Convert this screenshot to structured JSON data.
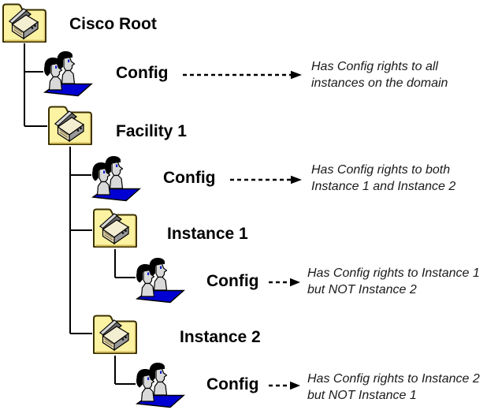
{
  "diagram": {
    "nodes": [
      {
        "label": "Cisco Root"
      },
      {
        "label": "Facility 1"
      },
      {
        "label": "Instance 1"
      },
      {
        "label": "Instance 2"
      }
    ],
    "groups": [
      {
        "label": "Config",
        "note_line1": "Has Config rights to all",
        "note_line2": "instances on the domain"
      },
      {
        "label": "Config",
        "note_line1": "Has Config rights to both",
        "note_line2": "Instance 1 and Instance 2"
      },
      {
        "label": "Config",
        "note_line1": "Has Config rights to Instance 1",
        "note_line2": "but NOT Instance 2"
      },
      {
        "label": "Config",
        "note_line1": "Has Config rights to Instance 2",
        "note_line2": "but NOT Instance 1"
      }
    ],
    "colors": {
      "folder_fill": "#FBF2A2",
      "folder_border": "#3B3000",
      "group_base_blue": "#0000D2",
      "line_color": "#000000",
      "annotation_text": "#1A1A1A"
    }
  }
}
